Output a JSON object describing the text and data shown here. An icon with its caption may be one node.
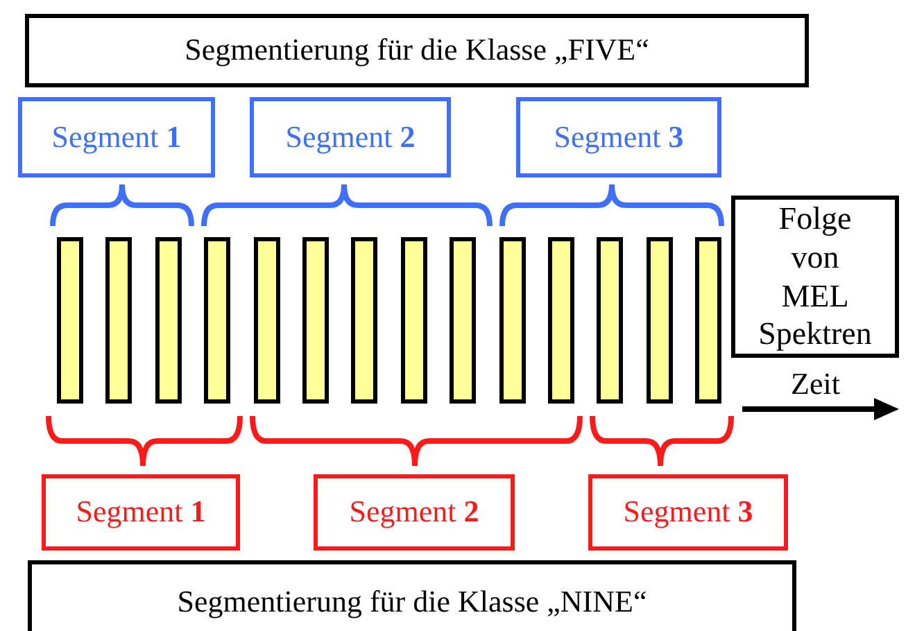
{
  "diagram": {
    "nodes": [
      {
        "text": [
          "Segmentierung für die Klasse „FIVE“"
        ]
      },
      {
        "text": [
          "Segment **1**"
        ]
      },
      {
        "text": [
          "Segment **2**"
        ]
      },
      {
        "text": [
          "Segment **3**"
        ]
      },
      {
        "text": [
          "Folge von MEL Spektren"
        ]
      },
      {
        "text": [],
        "shape": "bar"
      },
      {
        "text": [],
        "shape": "bar"
      },
      {
        "text": [],
        "shape": "bar"
      },
      {
        "text": [],
        "shape": "bar"
      },
      {
        "text": [],
        "shape": "bar"
      },
      {
        "text": [],
        "shape": "bar"
      },
      {
        "text": [],
        "shape": "bar"
      },
      {
        "text": [],
        "shape": "bar"
      },
      {
        "text": [],
        "shape": "bar"
      },
      {
        "text": [],
        "shape": "bar"
      },
      {
        "text": [],
        "shape": "bar"
      },
      {
        "text": [],
        "shape": "bar"
      },
      {
        "text": [],
        "shape": "bar"
      },
      {
        "text": [],
        "shape": "bar"
      },
      {
        "text": [
          "Segment **1**"
        ]
      },
      {
        "text": [
          "Segment **2**"
        ]
      },
      {
        "text": [
          "Segment **3**"
        ]
      },
      {
        "text": [
          "Segmentierung für die Klasse „NINE“"
        ]
      }
    ],
    "labels": [
      "Zeit"
    ]
  }
}
